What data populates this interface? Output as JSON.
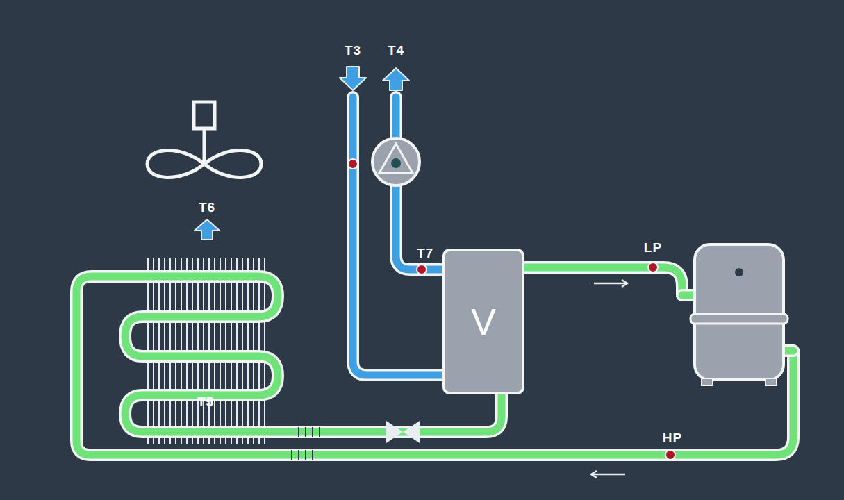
{
  "diagram": {
    "nodes": [
      {
        "text": [
          "V"
        ]
      }
    ],
    "labels": [
      "T3",
      "T4",
      "T6",
      "T7",
      "LP",
      "T5",
      "HP"
    ]
  }
}
